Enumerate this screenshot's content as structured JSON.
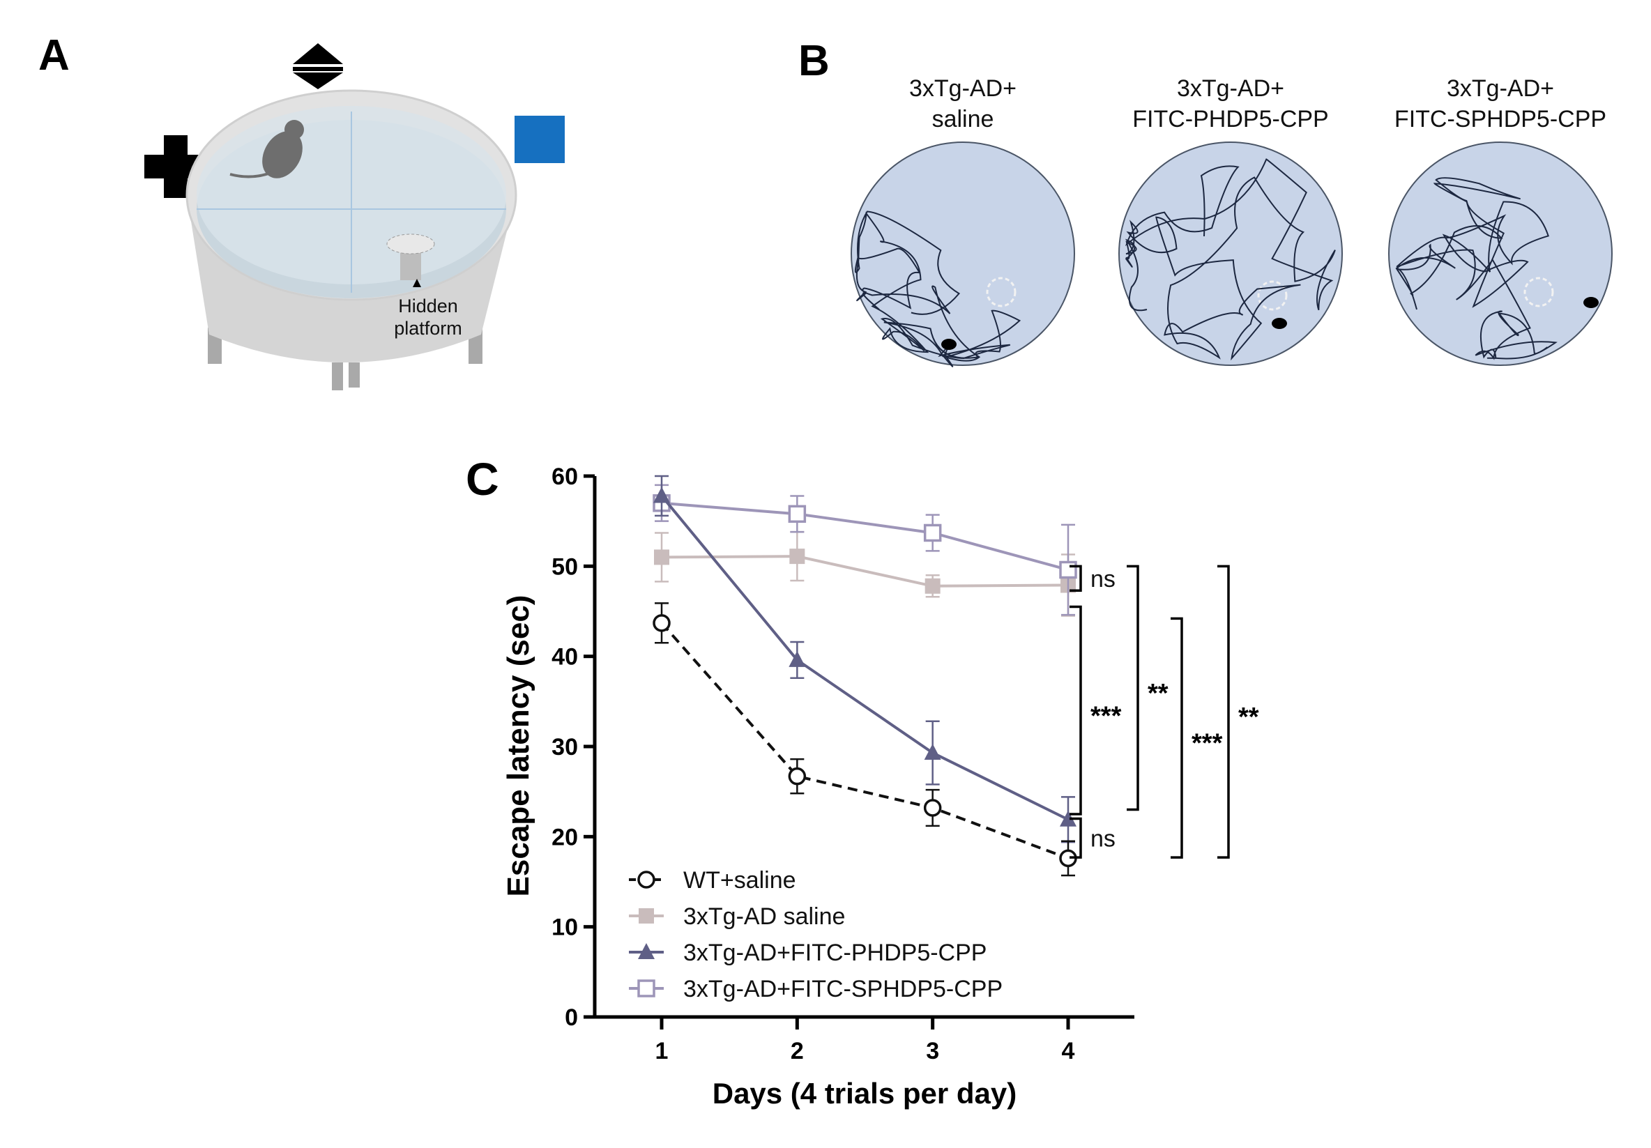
{
  "panel_a": {
    "label": "A",
    "platform_label_line1": "Hidden",
    "platform_label_line2": "platform"
  },
  "panel_b": {
    "label": "B",
    "groups": [
      {
        "line1": "3xTg-AD+",
        "line2": "saline"
      },
      {
        "line1": "3xTg-AD+",
        "line2": "FITC-PHDP5-CPP"
      },
      {
        "line1": "3xTg-AD+",
        "line2": "FITC-SPHDP5-CPP"
      }
    ]
  },
  "panel_c": {
    "label": "C"
  },
  "chart_data": {
    "type": "line",
    "xlabel": "Days (4 trials per day)",
    "ylabel": "Escape latency (sec)",
    "x": [
      1,
      2,
      3,
      4
    ],
    "x_tick_labels": [
      "1",
      "2",
      "3",
      "4"
    ],
    "ylim": [
      0,
      60
    ],
    "y_ticks": [
      0,
      10,
      20,
      30,
      40,
      50,
      60
    ],
    "y_tick_labels": [
      "0",
      "10",
      "20",
      "30",
      "40",
      "50",
      "60"
    ],
    "grid": false,
    "legend_position": "bottom-left",
    "series": [
      {
        "name": "WT+saline",
        "marker": "open-circle",
        "dash": true,
        "color": "#111111",
        "values": [
          43.7,
          26.7,
          23.2,
          17.6
        ],
        "errors": [
          2.2,
          1.9,
          2.0,
          1.9
        ]
      },
      {
        "name": "3xTg-AD saline",
        "marker": "filled-square",
        "dash": false,
        "color": "#c9bcbc",
        "values": [
          51.0,
          51.1,
          47.8,
          47.9
        ],
        "errors": [
          2.7,
          2.7,
          1.2,
          3.4
        ]
      },
      {
        "name": "3xTg-AD+FITC-PHDP5-CPP",
        "marker": "filled-triangle",
        "dash": false,
        "color": "#5f5f86",
        "values": [
          57.8,
          39.6,
          29.3,
          21.9
        ],
        "errors": [
          2.2,
          2.0,
          3.5,
          2.5
        ]
      },
      {
        "name": "3xTg-AD+FITC-SPHDP5-CPP",
        "marker": "open-square",
        "dash": false,
        "color": "#9d95b8",
        "values": [
          57.0,
          55.8,
          53.7,
          49.6
        ],
        "errors": [
          2.0,
          2.0,
          2.0,
          5.0
        ]
      }
    ],
    "annotations": [
      {
        "text": "ns",
        "from": 50.0,
        "to": 47.3
      },
      {
        "text": "***",
        "from": 45.5,
        "to": 22.5
      },
      {
        "text": "**",
        "from": 50.0,
        "to": 23.0
      },
      {
        "text": "***",
        "from": 44.2,
        "to": 17.7
      },
      {
        "text": "**",
        "from": 50.0,
        "to": 17.7
      },
      {
        "text": "ns",
        "from": 22.0,
        "to": 17.7
      }
    ]
  }
}
